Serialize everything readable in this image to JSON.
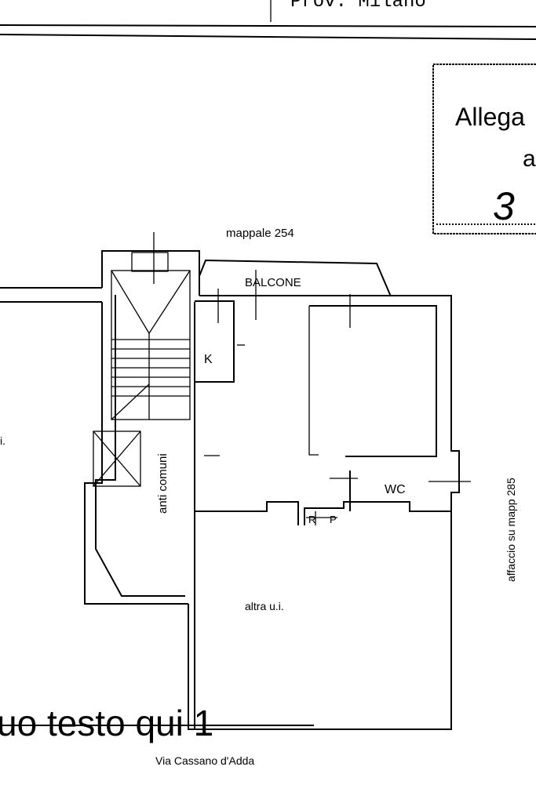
{
  "header": {
    "province": "Prov. Milano"
  },
  "stamp": {
    "line1": "Allega",
    "line2": "a",
    "number": "3"
  },
  "plan": {
    "north_label": "mappale 254",
    "balcony": "BALCONE",
    "kitchen": "K",
    "wc": "WC",
    "closet_r": "R",
    "closet_p": "P",
    "common_area": "anti comuni",
    "east_label": "affaccio su mapp 285",
    "south_unit": "altra u.i.",
    "west_unit": "i."
  },
  "overlay_text": "uo testo qui 1",
  "street": "Via Cassano d'Adda"
}
